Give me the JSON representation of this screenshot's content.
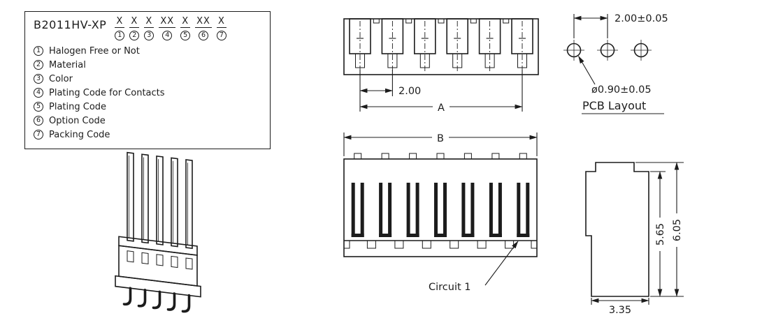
{
  "title_block": {
    "part_number": "B2011HV-XP",
    "codes": [
      {
        "x": "X",
        "num": "1"
      },
      {
        "x": "X",
        "num": "2"
      },
      {
        "x": "X",
        "num": "3"
      },
      {
        "x": "XX",
        "num": "4"
      },
      {
        "x": "X",
        "num": "5"
      },
      {
        "x": "XX",
        "num": "6"
      },
      {
        "x": "X",
        "num": "7"
      }
    ],
    "legend_items": [
      {
        "num": "1",
        "label": "Halogen Free or Not"
      },
      {
        "num": "2",
        "label": "Material"
      },
      {
        "num": "3",
        "label": "Color"
      },
      {
        "num": "4",
        "label": "Plating Code for Contacts"
      },
      {
        "num": "5",
        "label": "Plating Code"
      },
      {
        "num": "6",
        "label": "Option Code"
      },
      {
        "num": "7",
        "label": "Packing Code"
      }
    ]
  },
  "top_view": {
    "pitch_label": "2.00",
    "width_label": "A"
  },
  "front_view": {
    "width_label": "B",
    "circuit_label": "Circuit 1"
  },
  "pcb_layout": {
    "pitch_label": "2.00±0.05",
    "hole_label": "ø0.90±0.05",
    "title": "PCB Layout"
  },
  "side_view": {
    "inner_height_label": "5.65",
    "overall_height_label": "6.05",
    "depth_label": "3.35"
  },
  "colors": {
    "line": "#1c1c1c",
    "background": "#ffffff"
  }
}
